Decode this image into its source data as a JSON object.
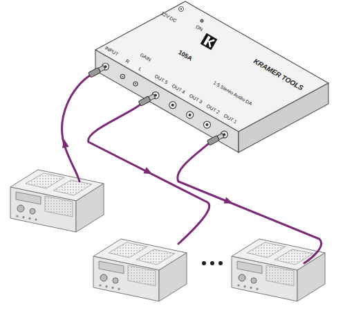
{
  "diagram": {
    "nodes": [
      {
        "text": [
          "105A",
          "KRAMER TOOLS",
          "1:5 Stereo Audio DA"
        ]
      }
    ],
    "labels": [
      "ON",
      "12V DC",
      "INPUT",
      "R",
      "L",
      "GAIN",
      "OUT 5",
      "OUT 4",
      "OUT 3",
      "OUT 2",
      "OUT 1"
    ]
  }
}
